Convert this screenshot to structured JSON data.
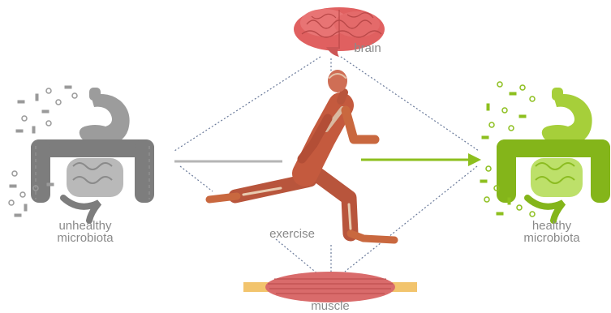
{
  "labels": {
    "brain": "brain",
    "unhealthy_line1": "unhealthy",
    "unhealthy_line2": "microbiota",
    "healthy_line1": "healthy",
    "healthy_line2": "microbiota",
    "exercise": "exercise",
    "muscle": "muscle"
  },
  "icons": {
    "brain": "brain-icon",
    "unhealthy_gut": "gut-icon",
    "healthy_gut": "gut-icon",
    "runner": "runner-figure",
    "muscle": "muscle-fiber-icon",
    "arrow": "arrow-right-icon"
  },
  "colors": {
    "brain": "#e06060",
    "unhealthy": "#8c8c8c",
    "healthy": "#8dbf1e",
    "muscle_body": "#d96b6b",
    "tendon": "#f2c46d",
    "dotted_line": "#6a7a9a",
    "label_text": "#8a8a8a"
  }
}
